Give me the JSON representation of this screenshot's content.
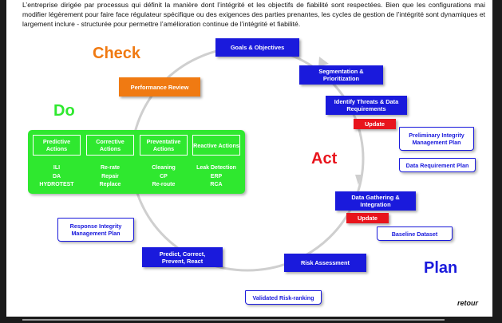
{
  "intro_text": "L’entreprise dirigée par processus qui définit la manière dont l’intégrité et les objectifs de fiabilité sont respectées. Bien que les configurations mai modifier légèrement pour faire face régulateur spécifique ou des exigences des parties prenantes, les cycles de gestion de l’intégrité sont dynamiques et largement inclure - structurée pour permettre l’amélioration continue de l’intégrité et fiabilité.",
  "phases": {
    "check": "Check",
    "do": "Do",
    "act": "Act",
    "plan": "Plan"
  },
  "colors": {
    "check": "#f07a12",
    "do": "#2fe82f",
    "act": "#e8141c",
    "plan": "#1a1adc",
    "ring": "#cfcfcf"
  },
  "steps": {
    "goals": "Goals & Objectives",
    "segmentation": "Segmentation & Prioritization",
    "identify": "Identify Threats & Data Requirements",
    "update1": "Update",
    "data_gathering": "Data Gathering & Integration",
    "update2": "Update",
    "risk": "Risk Assessment",
    "predict": "Predict, Correct, Prevent, React",
    "performance": "Performance Review"
  },
  "documents": {
    "prelim": "Preliminary Integrity Management Plan",
    "data_req_plan": "Data Requirement Plan",
    "baseline": "Baseline Dataset",
    "validated": "Validated Risk-ranking",
    "response": "Response Integrity Management Plan"
  },
  "actions": [
    {
      "title": "Predictive Actions",
      "items": [
        "ILI",
        "DA",
        "HYDROTEST"
      ]
    },
    {
      "title": "Corrective Actions",
      "items": [
        "Re-rate",
        "Repair",
        "Replace"
      ]
    },
    {
      "title": "Preventative Actions",
      "items": [
        "Cleaning",
        "CP",
        "Re-route"
      ]
    },
    {
      "title": "Reactive Actions",
      "items": [
        "Leak Detection",
        "ERP",
        "RCA"
      ]
    }
  ],
  "retour": "retour"
}
